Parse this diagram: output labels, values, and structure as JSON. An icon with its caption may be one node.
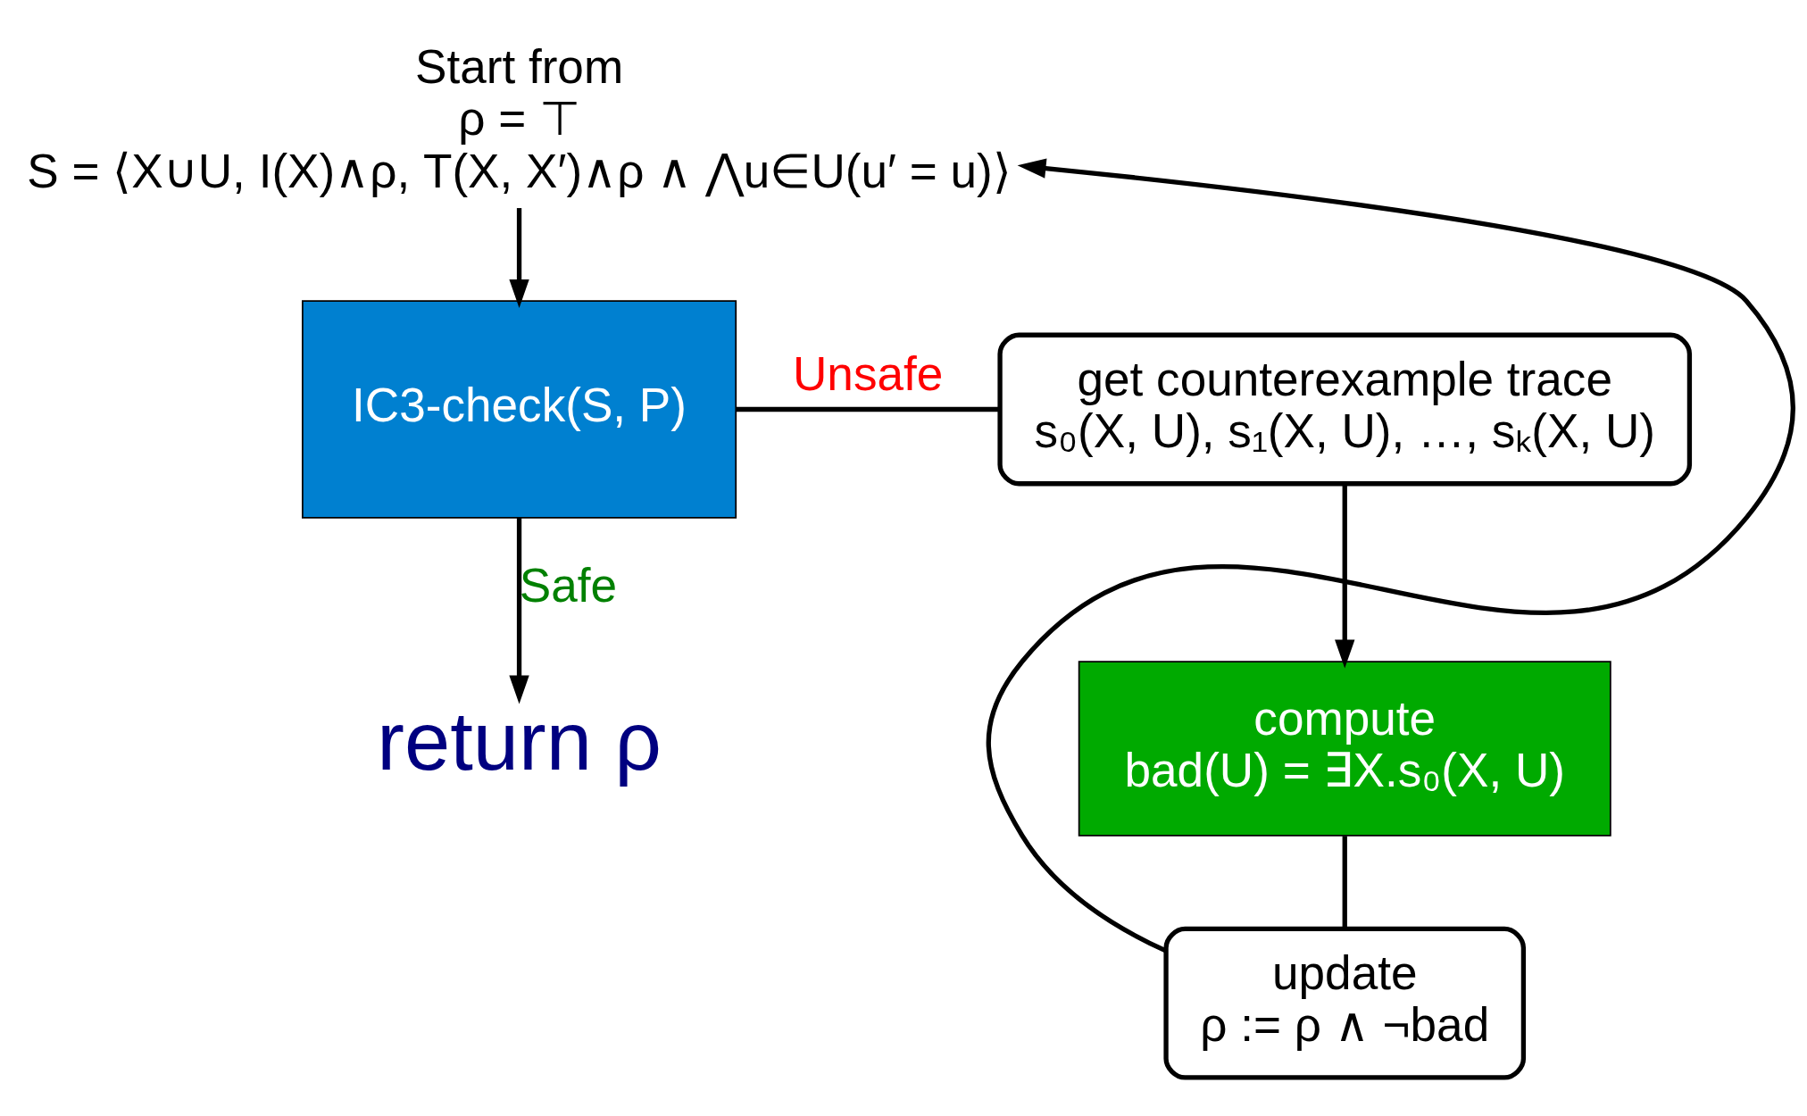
{
  "diagram": {
    "nodes": [
      {
        "text": [
          "Start from",
          "ρ = ⊤",
          "S = ⟨X∪U, I(X)∧ρ, T(X, X′)∧ρ ∧ ⋀u∈U(u′ = u)⟩"
        ]
      },
      {
        "text": [
          "IC3-check(S, P)"
        ]
      },
      {
        "text": [
          "get counterexample trace",
          "s₀(X, U), s₁(X, U), …, sₖ(X, U)"
        ]
      },
      {
        "text": [
          "return ρ"
        ]
      },
      {
        "text": [
          "compute",
          "bad(U) = ∃X.s₀(X, U)"
        ]
      },
      {
        "text": [
          "update",
          "ρ := ρ ∧ ¬bad"
        ]
      }
    ],
    "edges": [
      {
        "from": 0,
        "to": 1,
        "arrow": "to"
      },
      {
        "from": 1,
        "to": 2,
        "arrow": "none",
        "label": "Unsafe"
      },
      {
        "from": 1,
        "to": 3,
        "arrow": "to",
        "label": "Safe"
      },
      {
        "from": 2,
        "to": 4,
        "arrow": "to"
      },
      {
        "from": 4,
        "to": 5,
        "arrow": "none"
      },
      {
        "from": 5,
        "to": 0,
        "arrow": "to"
      }
    ]
  }
}
